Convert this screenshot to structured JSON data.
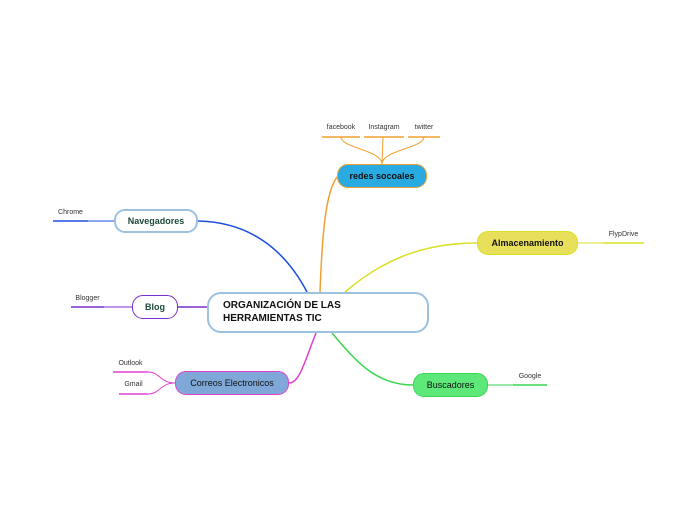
{
  "central_topic": {
    "line1": "ORGANIZACIÓN DE LAS",
    "line2": "HERRAMIENTAS TIC"
  },
  "branches": {
    "redes": {
      "label": "redes socoales",
      "color": "#f0a030",
      "fill": "#29abe2",
      "leaves": [
        "facebook",
        "Instagram",
        "twitter"
      ]
    },
    "almacenamiento": {
      "label": "Almacenamiento",
      "color": "#d9e021",
      "fill": "#e8e05a",
      "leaves": [
        "FlypDrive"
      ]
    },
    "buscadores": {
      "label": "Buscadores",
      "color": "#39d651",
      "fill": "#5ee87a",
      "leaves": [
        "Google"
      ]
    },
    "navegadores": {
      "label": "Navegadores",
      "color": "#1a4fe0",
      "fill": "#ffffff",
      "leaves": [
        "Chrome"
      ]
    },
    "blog": {
      "label": "Blog",
      "color": "#7a2fd0",
      "fill": "#ffffff",
      "leaves": [
        "Blogger"
      ]
    },
    "correos": {
      "label": "Correos Electronicos",
      "color": "#e040d0",
      "fill": "#7fa8d8",
      "leaves": [
        "Outlook",
        "Gmail"
      ]
    }
  }
}
